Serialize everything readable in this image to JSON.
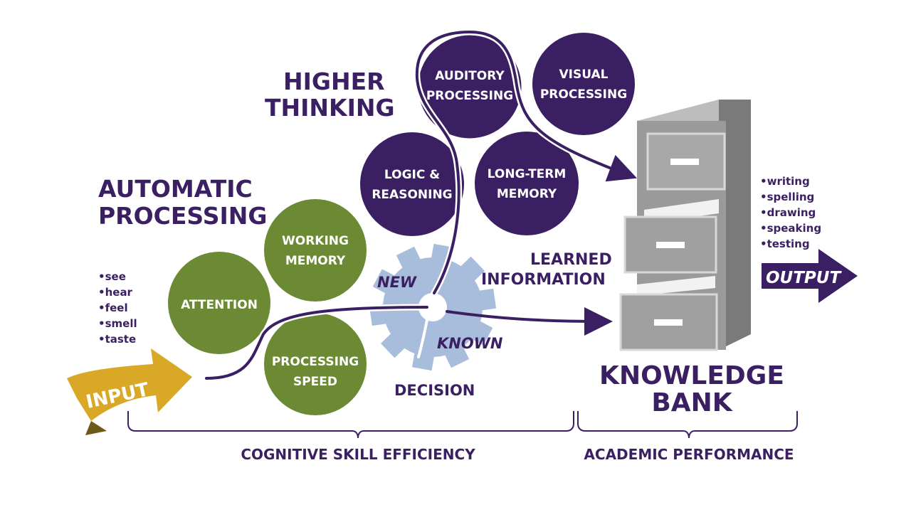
{
  "colors": {
    "purple": "#3b1f63",
    "green": "#6b8a33",
    "gold": "#d9a826",
    "gear_blue": "#a8bddb",
    "cabinet_gray": "#9a9a9a"
  },
  "headings": {
    "higher_thinking": [
      "HIGHER",
      "THINKING"
    ],
    "automatic_processing": [
      "AUTOMATIC",
      "PROCESSING"
    ]
  },
  "purple_circles": {
    "auditory": [
      "AUDITORY",
      "PROCESSING"
    ],
    "visual": [
      "VISUAL",
      "PROCESSING"
    ],
    "logic": [
      "LOGIC &",
      "REASONING"
    ],
    "long_term": [
      "LONG-TERM",
      "MEMORY"
    ]
  },
  "green_circles": {
    "working_memory": [
      "WORKING",
      "MEMORY"
    ],
    "attention": [
      "ATTENTION"
    ],
    "processing_speed": [
      "PROCESSING",
      "SPEED"
    ]
  },
  "gear": {
    "new": "NEW",
    "known": "KNOWN"
  },
  "decision": "DECISION",
  "learned_information": [
    "LEARNED",
    "INFORMATION"
  ],
  "input": {
    "label": "INPUT",
    "senses": [
      "•see",
      "•hear",
      "•feel",
      "•smell",
      "•taste"
    ]
  },
  "output": {
    "label": "OUTPUT",
    "skills": [
      "•writing",
      "•spelling",
      "•drawing",
      "•speaking",
      "•testing"
    ]
  },
  "knowledge_bank": [
    "KNOWLEDGE",
    "BANK"
  ],
  "footer": {
    "cognitive_skill_efficiency": "COGNITIVE SKILL EFFICIENCY",
    "academic_performance": "ACADEMIC PERFORMANCE"
  }
}
